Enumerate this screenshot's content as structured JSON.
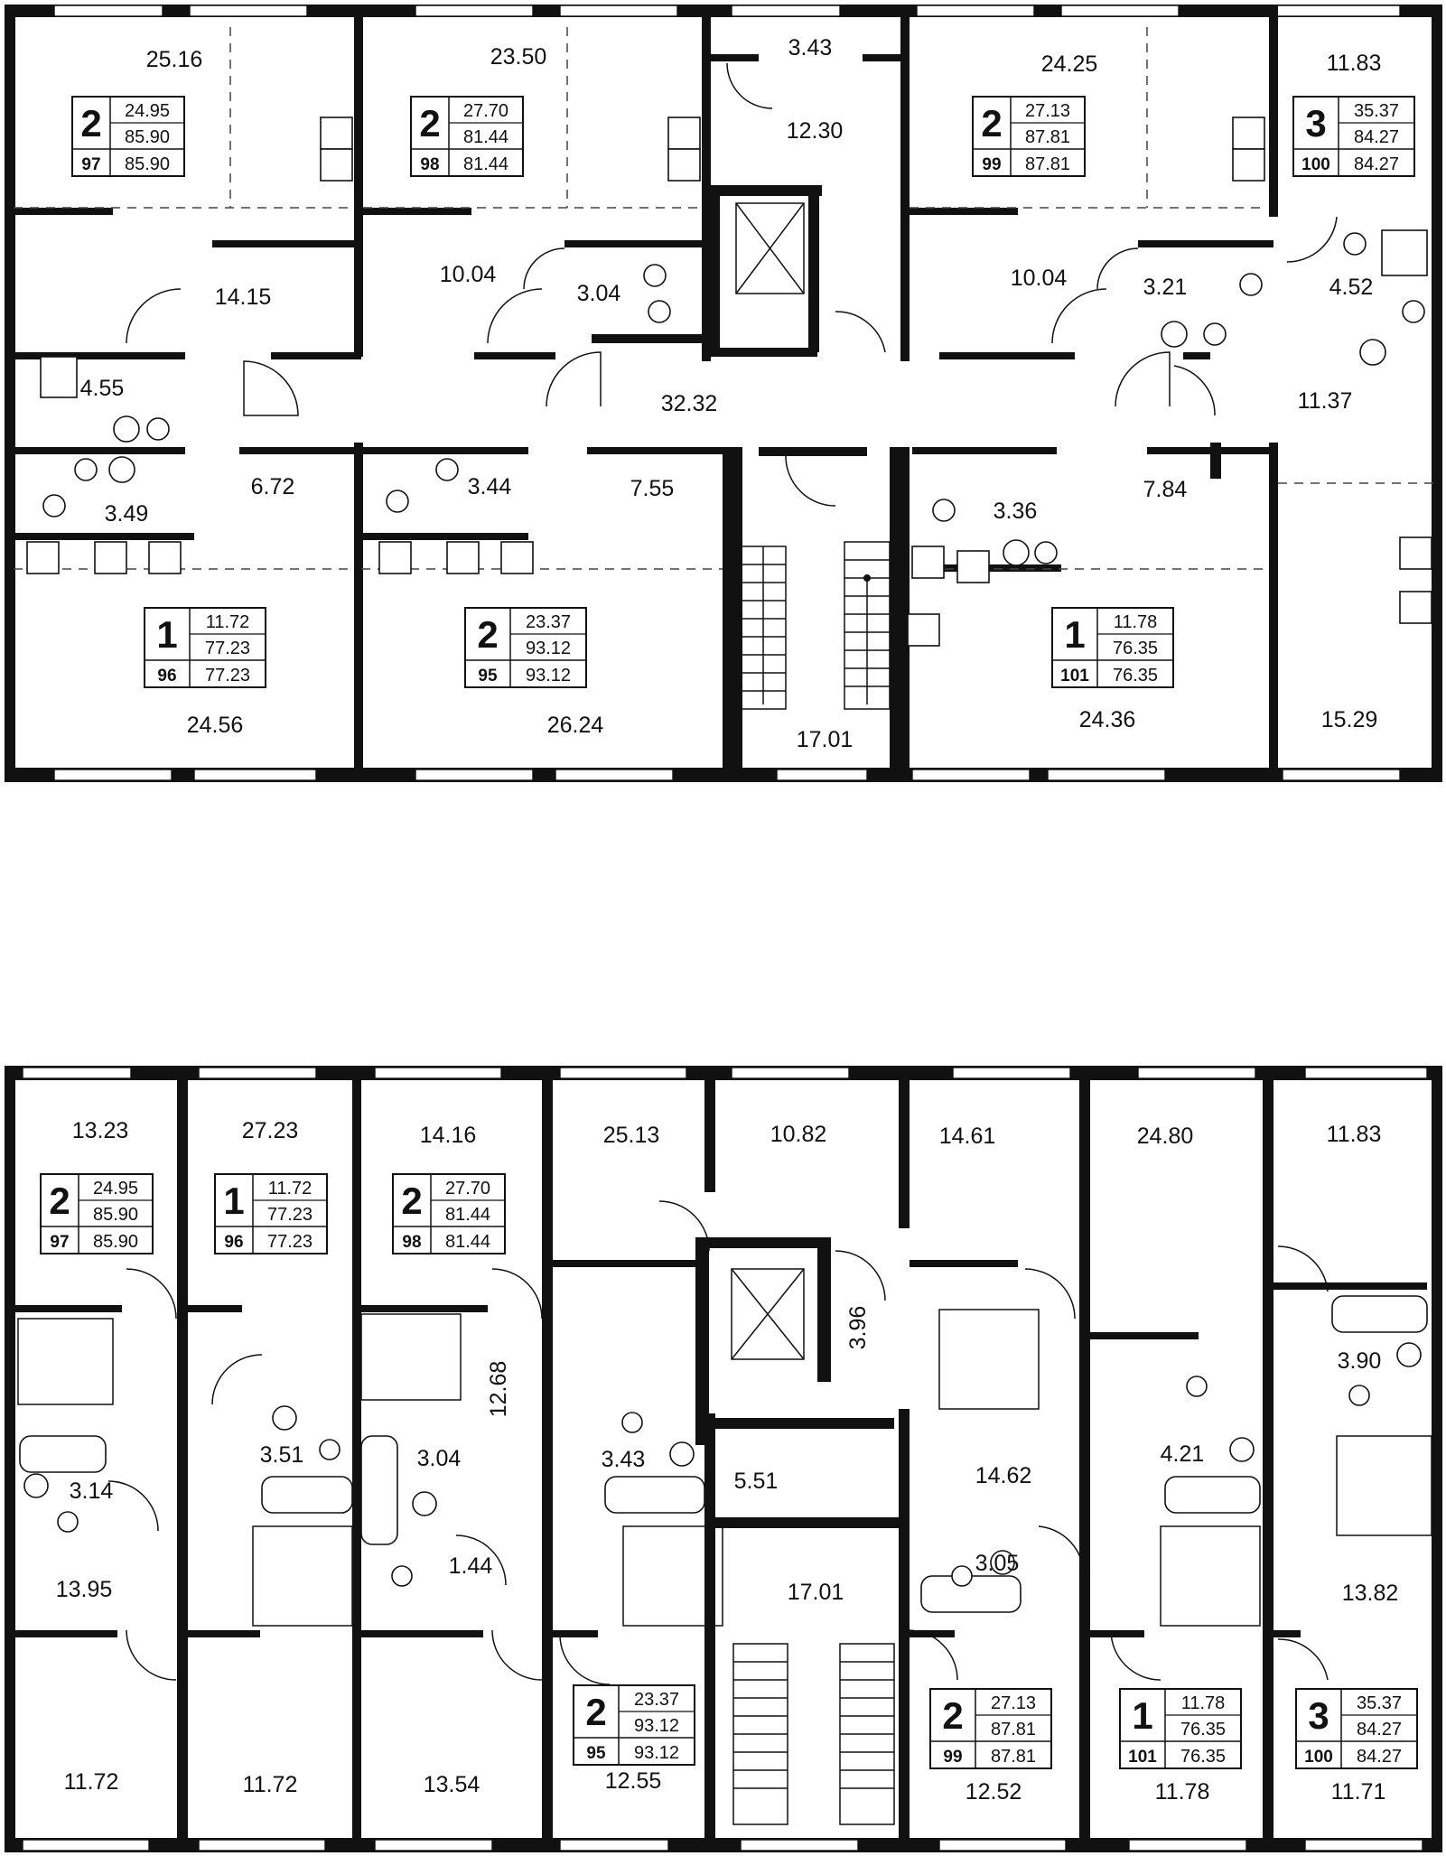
{
  "floor_top": {
    "areas": [
      "25.16",
      "23.50",
      "3.43",
      "24.25",
      "11.83",
      "12.30",
      "14.15",
      "10.04",
      "3.04",
      "10.04",
      "3.21",
      "4.52",
      "4.55",
      "32.32",
      "11.37",
      "6.72",
      "3.44",
      "7.55",
      "3.36",
      "7.84",
      "3.49",
      "24.56",
      "26.24",
      "17.01",
      "24.36",
      "15.29"
    ],
    "tags": [
      {
        "rooms": "2",
        "id": "97",
        "v1": "24.95",
        "v2": "85.90",
        "v3": "85.90"
      },
      {
        "rooms": "2",
        "id": "98",
        "v1": "27.70",
        "v2": "81.44",
        "v3": "81.44"
      },
      {
        "rooms": "2",
        "id": "99",
        "v1": "27.13",
        "v2": "87.81",
        "v3": "87.81"
      },
      {
        "rooms": "3",
        "id": "100",
        "v1": "35.37",
        "v2": "84.27",
        "v3": "84.27"
      },
      {
        "rooms": "1",
        "id": "96",
        "v1": "11.72",
        "v2": "77.23",
        "v3": "77.23"
      },
      {
        "rooms": "2",
        "id": "95",
        "v1": "23.37",
        "v2": "93.12",
        "v3": "93.12"
      },
      {
        "rooms": "1",
        "id": "101",
        "v1": "11.78",
        "v2": "76.35",
        "v3": "76.35"
      }
    ]
  },
  "floor_bottom": {
    "areas": [
      "13.23",
      "27.23",
      "14.16",
      "25.13",
      "10.82",
      "14.61",
      "24.80",
      "11.83",
      "12.68",
      "3.96",
      "3.51",
      "3.04",
      "3.14",
      "3.43",
      "5.51",
      "14.62",
      "4.21",
      "3.90",
      "1.44",
      "3.05",
      "13.95",
      "17.01",
      "13.82",
      "11.72",
      "11.72",
      "13.54",
      "12.55",
      "12.52",
      "11.78",
      "11.71"
    ],
    "tags": [
      {
        "rooms": "2",
        "id": "97",
        "v1": "24.95",
        "v2": "85.90",
        "v3": "85.90"
      },
      {
        "rooms": "1",
        "id": "96",
        "v1": "11.72",
        "v2": "77.23",
        "v3": "77.23"
      },
      {
        "rooms": "2",
        "id": "98",
        "v1": "27.70",
        "v2": "81.44",
        "v3": "81.44"
      },
      {
        "rooms": "2",
        "id": "95",
        "v1": "23.37",
        "v2": "93.12",
        "v3": "93.12"
      },
      {
        "rooms": "2",
        "id": "99",
        "v1": "27.13",
        "v2": "87.81",
        "v3": "87.81"
      },
      {
        "rooms": "1",
        "id": "101",
        "v1": "11.78",
        "v2": "76.35",
        "v3": "76.35"
      },
      {
        "rooms": "3",
        "id": "100",
        "v1": "35.37",
        "v2": "84.27",
        "v3": "84.27"
      }
    ]
  }
}
